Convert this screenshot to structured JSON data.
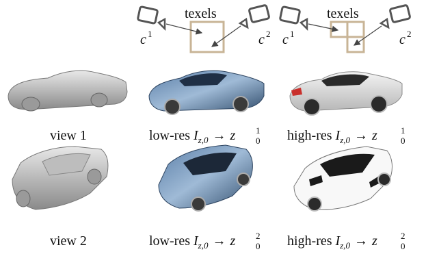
{
  "diagrams": {
    "left": {
      "texels_label": "texels",
      "cam1_label": "c",
      "cam1_sup": "1",
      "cam2_label": "c",
      "cam2_sup": "2"
    },
    "right": {
      "texels_label": "texels",
      "cam1_label": "c",
      "cam1_sup": "1",
      "cam2_label": "c",
      "cam2_sup": "2"
    }
  },
  "rows": [
    {
      "labels": {
        "geometry": "view 1",
        "lowres": {
          "prefix": "low-res ",
          "I": "I",
          "I_sub": "z,0",
          "arrow": "→",
          "z": "z",
          "z_sub": "0",
          "z_sup": "1"
        },
        "highres": {
          "prefix": "high-res ",
          "I": "I",
          "I_sub": "z,0",
          "arrow": "→",
          "z": "z",
          "z_sub": "0",
          "z_sup": "1"
        }
      }
    },
    {
      "labels": {
        "geometry": "view 2",
        "lowres": {
          "prefix": "low-res ",
          "I": "I",
          "I_sub": "z,0",
          "arrow": "→",
          "z": "z",
          "z_sub": "0",
          "z_sup": "2"
        },
        "highres": {
          "prefix": "high-res ",
          "I": "I",
          "I_sub": "z,0",
          "arrow": "→",
          "z": "z",
          "z_sub": "0",
          "z_sup": "2"
        }
      }
    }
  ],
  "colors": {
    "texel_box": "#c8b496",
    "camera": "#555555",
    "arrow": "#444444"
  }
}
